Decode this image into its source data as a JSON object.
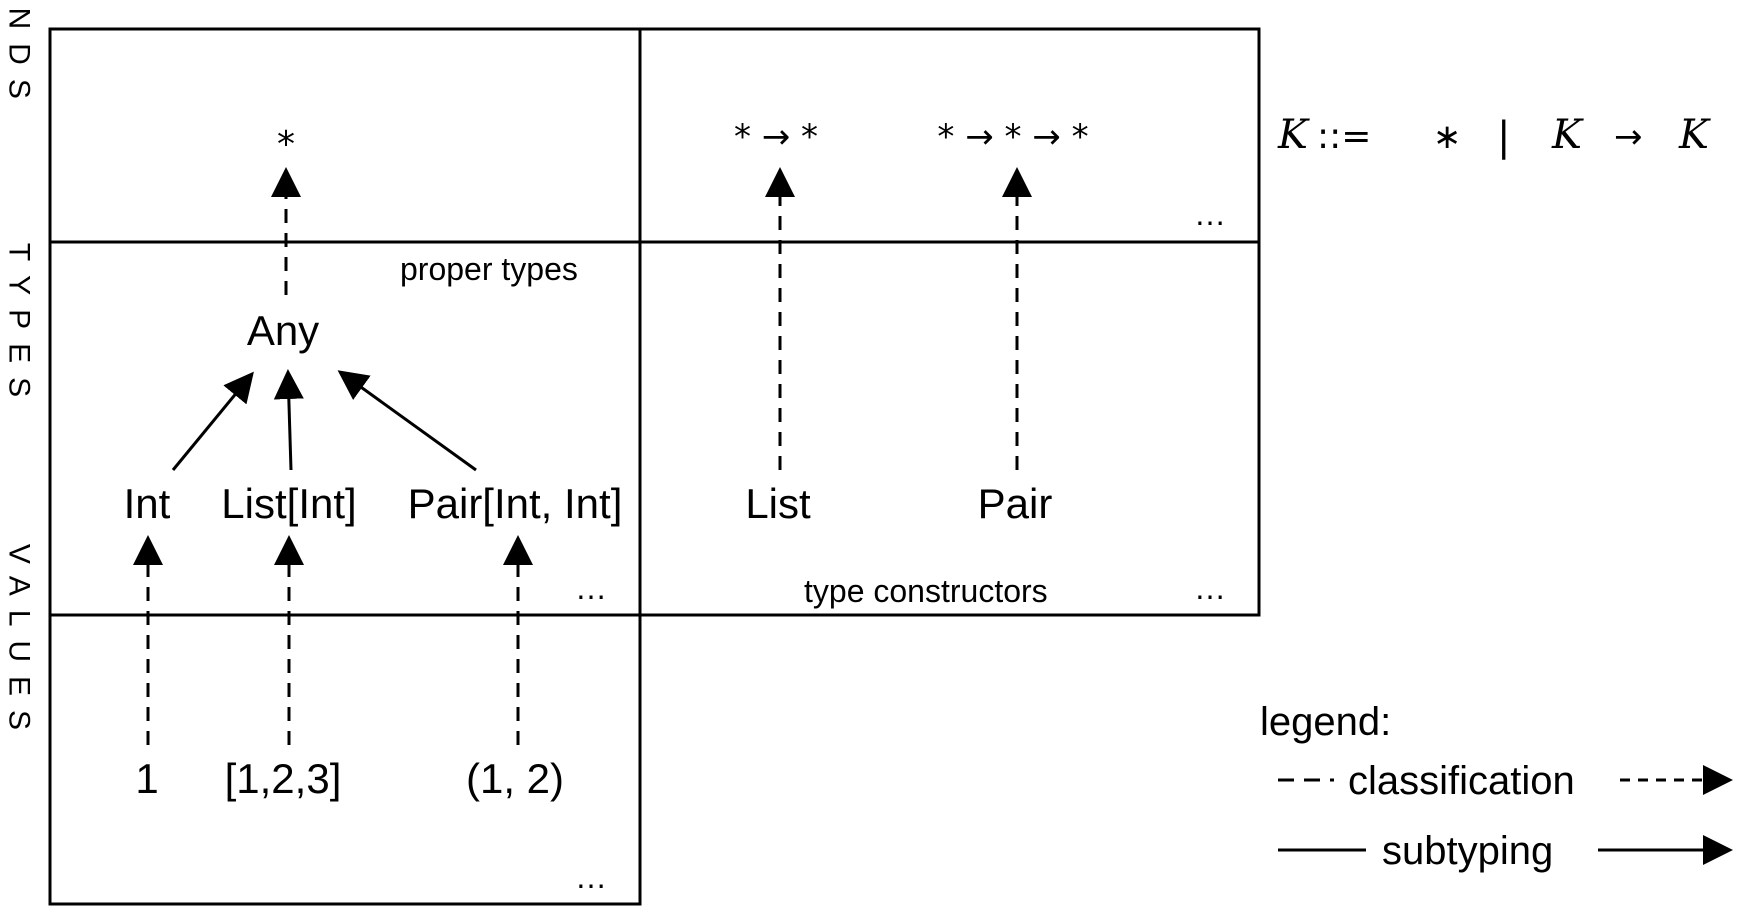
{
  "side_labels": {
    "kinds": "KINDS",
    "types": "TYPES",
    "values": "VALUES"
  },
  "regions": {
    "proper_types": "proper types",
    "type_constructors": "type constructors"
  },
  "kinds": {
    "star": "*",
    "k1": "* → *",
    "k2": "* → * → *",
    "ellipsis": "…"
  },
  "types": {
    "any": "Any",
    "int": "Int",
    "list_int": "List[Int]",
    "pair_int_int": "Pair[Int, Int]",
    "list": "List",
    "pair": "Pair",
    "ellipsis": "…"
  },
  "values": {
    "one": "1",
    "list_val": "[1,2,3]",
    "pair_val": "(1, 2)",
    "ellipsis": "…"
  },
  "grammar": {
    "k": "K",
    "def": "::=",
    "star": "∗",
    "bar": "|",
    "k2": "K",
    "arrow": "→",
    "k3": "K"
  },
  "legend": {
    "title": "legend:",
    "classification": "classification",
    "subtyping": "subtyping"
  },
  "colors": {
    "line": "#000000",
    "background": "#ffffff"
  }
}
